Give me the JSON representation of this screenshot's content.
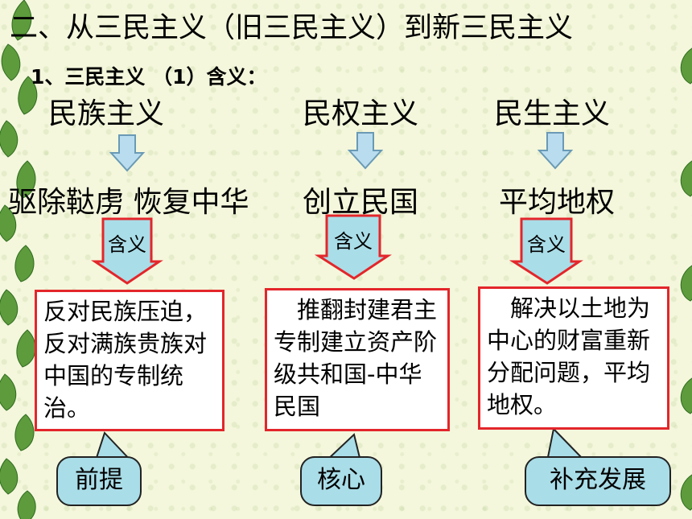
{
  "title": "二、从三民主义（旧三民主义）到新三民主义",
  "subtitle": "1、三民主义   （1）含义：",
  "columns": [
    {
      "concept": "民族主义",
      "slogan": "驱除鞑虏 恢复中华",
      "tag": "含义",
      "description": "反对民族压迫，反对满族贵族对中国的专制统治。",
      "role": "前提"
    },
    {
      "concept": "民权主义",
      "slogan": "创立民国",
      "tag": "含义",
      "description": "　推翻封建君主专制建立资产阶级共和国-中华民国",
      "role": "核心"
    },
    {
      "concept": "民生主义",
      "slogan": "平均地权",
      "tag": "含义",
      "description": "　解决以土地为中心的财富重新分配问题，平均地权。",
      "role": "补充发展"
    }
  ],
  "colors": {
    "box_border": "#e3262b",
    "callout_fill": "#a9dde8",
    "arrow_fill": "#b9dcef",
    "tag_fill": "#a9dde8"
  }
}
